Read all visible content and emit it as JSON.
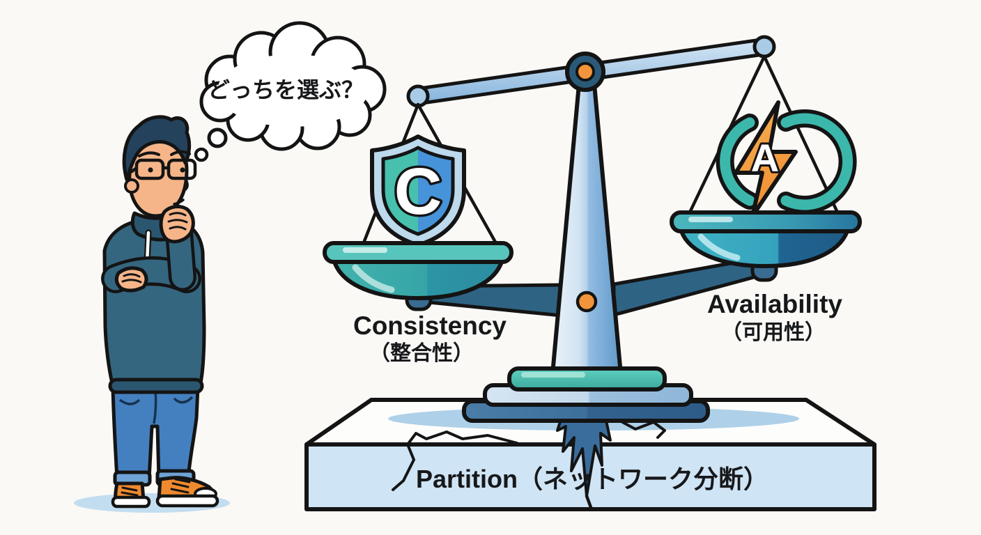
{
  "thought_bubble": {
    "text": "どっちを選ぶ？"
  },
  "scale": {
    "left_pan": {
      "icon_letter": "C",
      "label": "Consistency",
      "label_ja": "（整合性）"
    },
    "right_pan": {
      "icon_letter": "A",
      "label": "Availability",
      "label_ja": "（可用性）"
    },
    "base": {
      "label": "Partition（ネットワーク分断）"
    }
  },
  "colors": {
    "background": "#faf9f6",
    "outline": "#141414",
    "shield_border": "#bdd9ec",
    "shield_teal": "#47c0ae",
    "shield_blue": "#4693da",
    "bolt_orange": "#f0923a",
    "arc_teal": "#3cb7ab",
    "pan_teal": "#58c5bd",
    "pan_right_blue": "#3aafc6",
    "beam_blue": "#a9cbe5",
    "pivot_dark": "#2b5a78",
    "pivot_orange": "#f2953a",
    "column_blue": "#b6d2e9",
    "arm_steel": "#2e6384",
    "platform_front": "#cfe4f4",
    "platform_top": "#fdfdfc",
    "hoodie_blue": "#35667f",
    "jeans_blue": "#4480c0",
    "sneaker_orange": "#f08a2e",
    "skin": "#f5b589",
    "shadow_blue": "#c3ddf0"
  }
}
